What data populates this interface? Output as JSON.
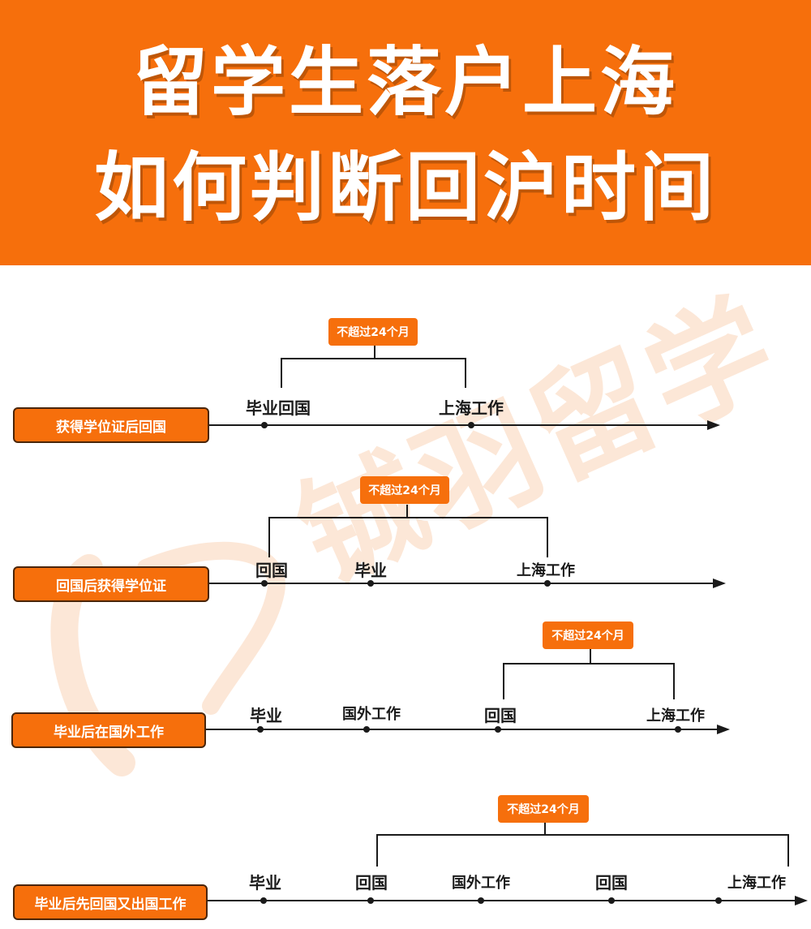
{
  "header": {
    "title_line1": "留学生落户上海",
    "title_line2": "如何判断回沪时间",
    "bg_color": "#f66f0c"
  },
  "watermark": {
    "text": "铖羽留学"
  },
  "accent_color": "#f66f0c",
  "timelines": [
    {
      "label": "获得学位证后回国",
      "duration": "不超过24个月",
      "events": [
        "毕业回国",
        "上海工作"
      ]
    },
    {
      "label": "回国后获得学位证",
      "duration": "不超过24个月",
      "events": [
        "回国",
        "毕业",
        "上海工作"
      ]
    },
    {
      "label": "毕业后在国外工作",
      "duration": "不超过24个月",
      "events": [
        "毕业",
        "国外工作",
        "回国",
        "上海工作"
      ]
    },
    {
      "label": "毕业后先回国又出国工作",
      "duration": "不超过24个月",
      "events": [
        "毕业",
        "回国",
        "国外工作",
        "回国",
        "上海工作"
      ]
    }
  ]
}
